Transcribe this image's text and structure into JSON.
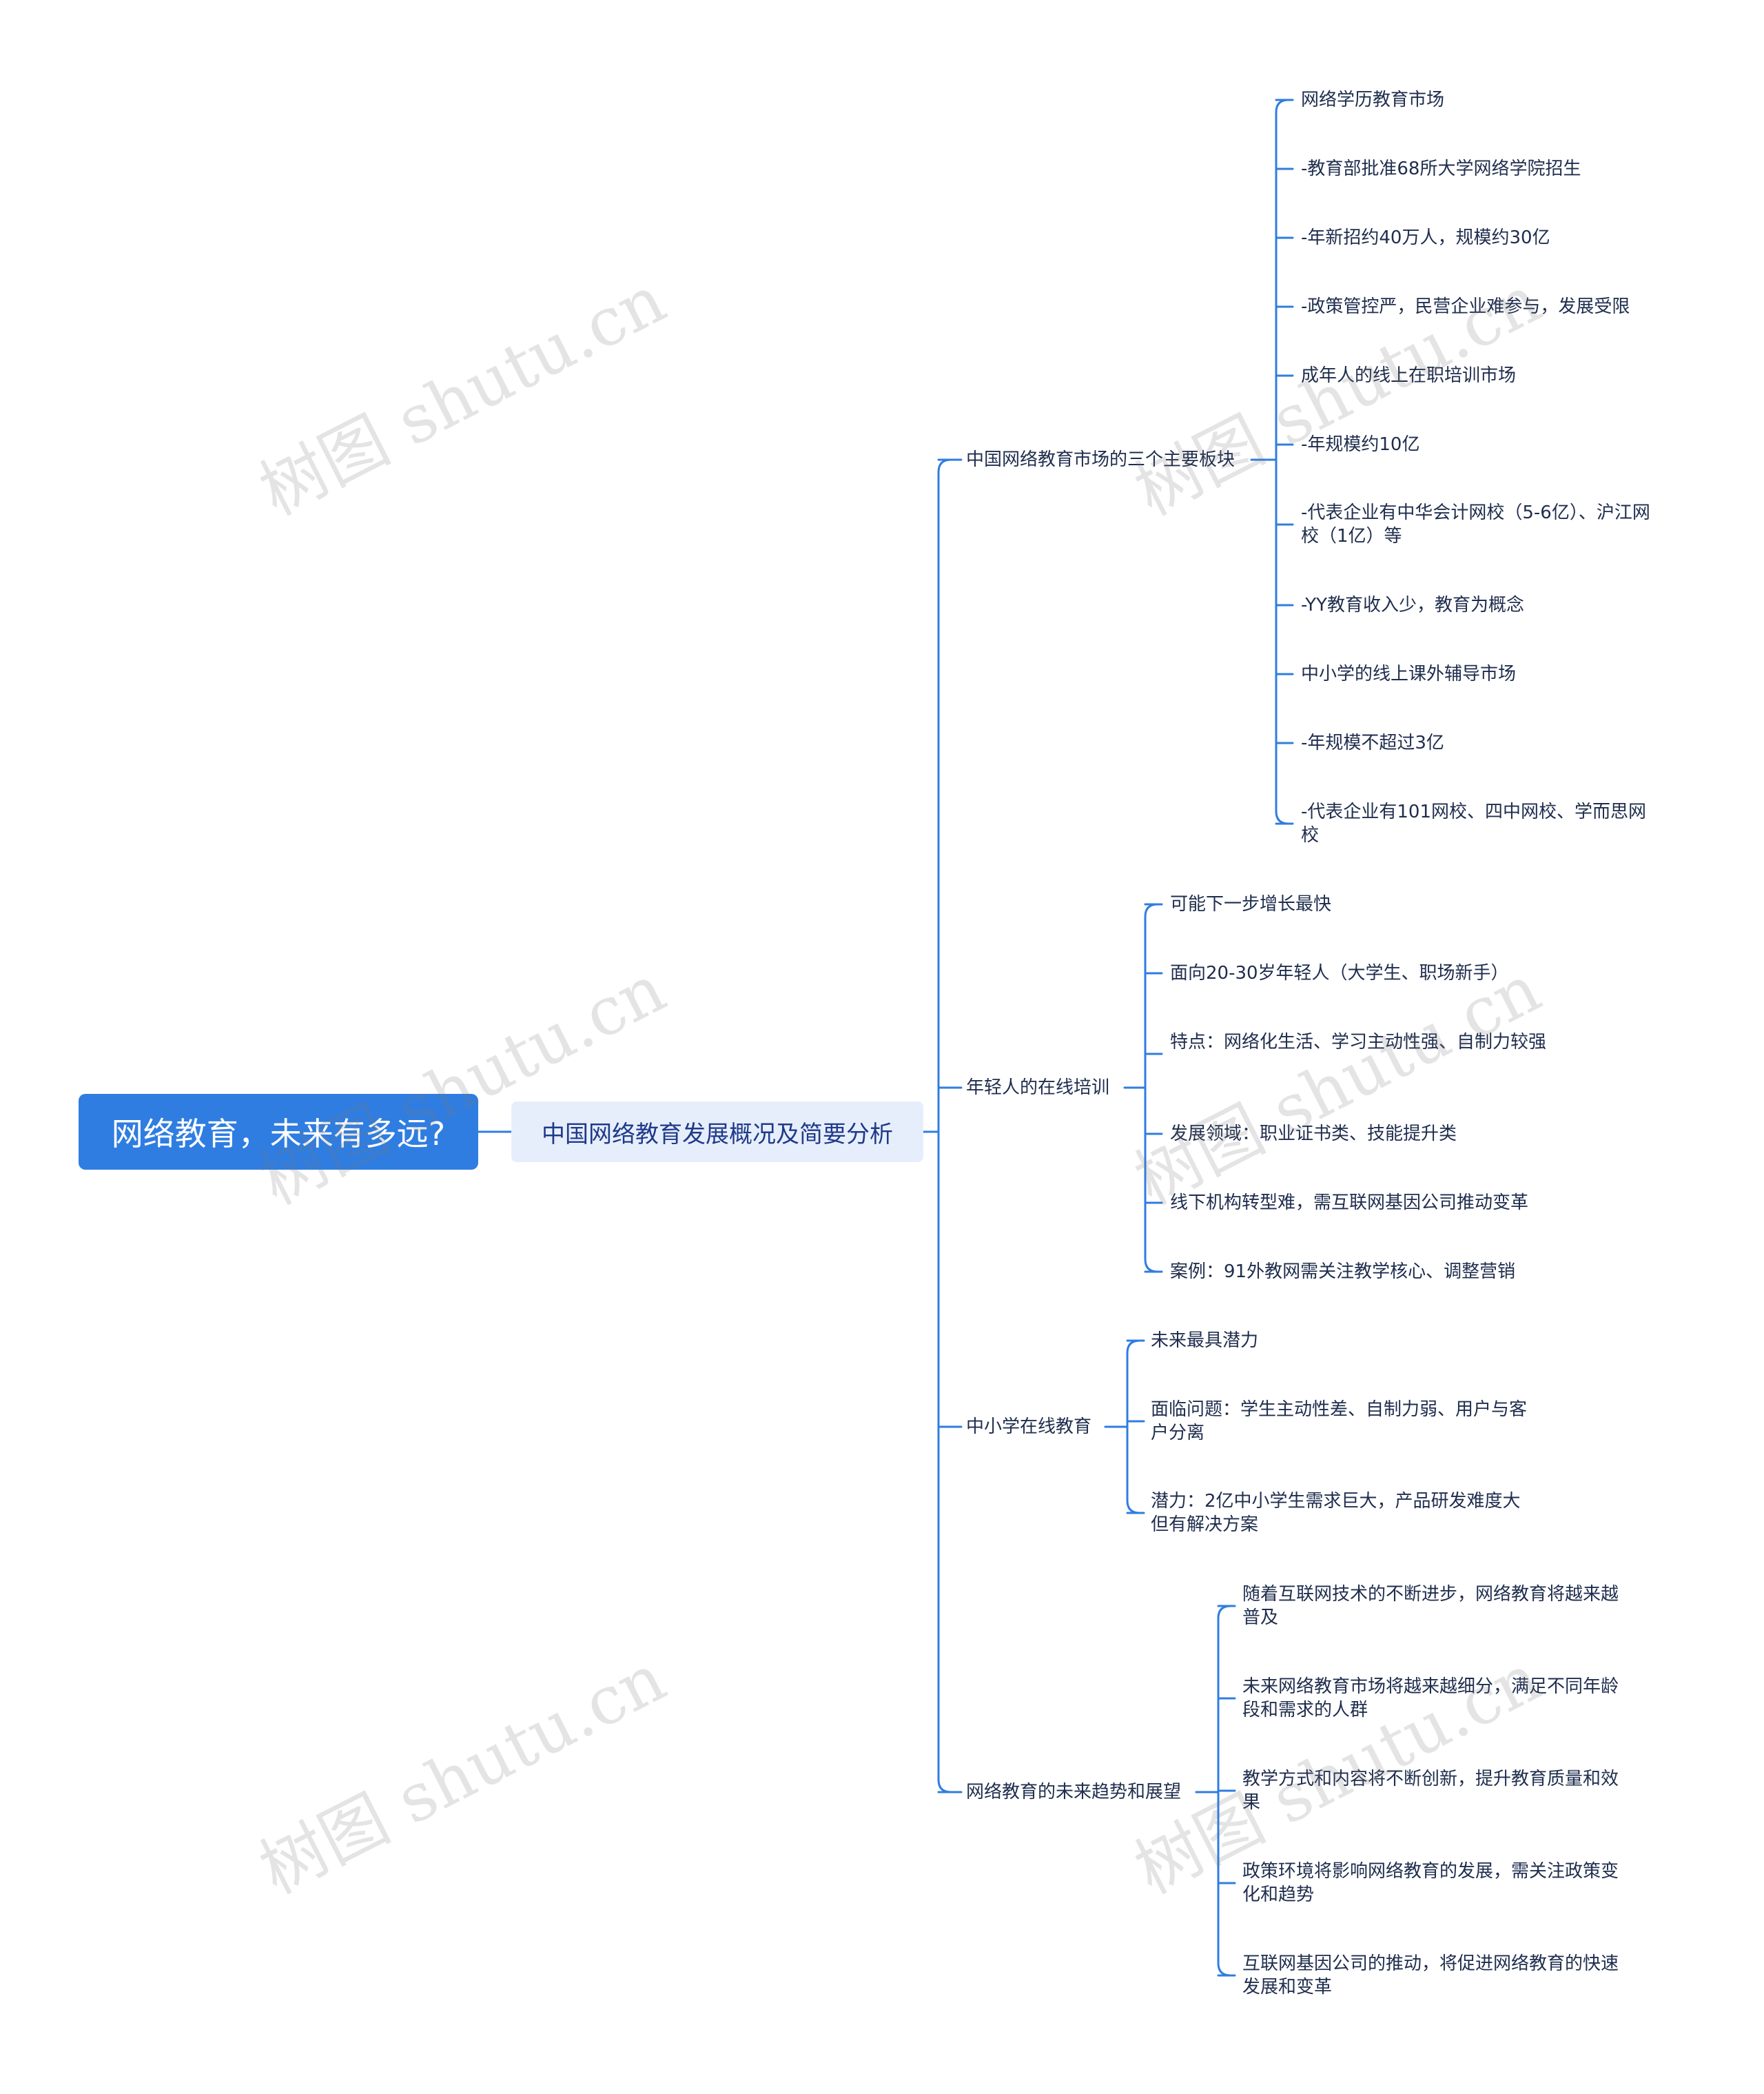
{
  "root": {
    "label": "网络教育，未来有多远?"
  },
  "center": {
    "label": "中国网络教育发展概况及简要分析"
  },
  "branches": [
    {
      "label": "中国网络教育市场的三个主要板块",
      "children": [
        "网络学历教育市场",
        "-教育部批准68所大学网络学院招生",
        "-年新招约40万人，规模约30亿",
        "-政策管控严，民营企业难参与，发展受限",
        "成年人的线上在职培训市场",
        "-年规模约10亿",
        "-代表企业有中华会计网校（5-6亿）、沪江网校（1亿）等",
        "-YY教育收入少，教育为概念",
        "中小学的线上课外辅导市场",
        "-年规模不超过3亿",
        "-代表企业有101网校、四中网校、学而思网校"
      ]
    },
    {
      "label": "年轻人的在线培训",
      "children": [
        "可能下一步增长最快",
        "面向20-30岁年轻人（大学生、职场新手）",
        "特点：网络化生活、学习主动性强、自制力较强",
        "发展领域：职业证书类、技能提升类",
        "线下机构转型难，需互联网基因公司推动变革",
        "案例：91外教网需关注教学核心、调整营销"
      ]
    },
    {
      "label": "中小学在线教育",
      "children": [
        "未来最具潜力",
        "面临问题：学生主动性差、自制力弱、用户与客户分离",
        "潜力：2亿中小学生需求巨大，产品研发难度大但有解决方案"
      ]
    },
    {
      "label": "网络教育的未来趋势和展望",
      "children": [
        "随着互联网技术的不断进步，网络教育将越来越普及",
        "未来网络教育市场将越来越细分，满足不同年龄段和需求的人群",
        "教学方式和内容将不断创新，提升教育质量和效果",
        "政策环境将影响网络教育的发展，需关注政策变化和趋势",
        "互联网基因公司的推动，将促进网络教育的快速发展和变革"
      ]
    }
  ],
  "watermark": "树图 shutu.cn",
  "colors": {
    "accent": "#2f7de1",
    "line": "#2f7de1",
    "center_bg": "#e7eefb"
  }
}
